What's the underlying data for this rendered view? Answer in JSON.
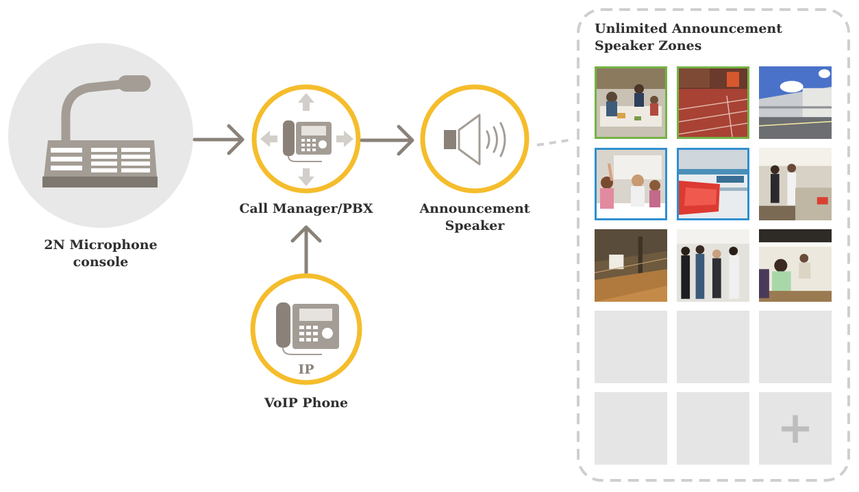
{
  "nodes": {
    "console": {
      "label_line1": "2N Microphone",
      "label_line2": "console"
    },
    "pbx": {
      "label": "Call Manager/PBX"
    },
    "speaker": {
      "label_line1": "Announcement",
      "label_line2": "Speaker"
    },
    "voip": {
      "label": "VoIP Phone",
      "ip_text": "IP"
    }
  },
  "zones": {
    "title_line1": "Unlimited Announcement",
    "title_line2": "Speaker Zones",
    "add_symbol": "+"
  },
  "colors": {
    "accent": "#f5bd2c",
    "arrow": "#8a8279",
    "icon_gray": "#a49d95",
    "circle_fill": "#e8e8e8",
    "zone_border": "#cfcfcf",
    "green_border": "#74b246",
    "blue_border": "#2f8fcf"
  },
  "icons": [
    "microphone-console-icon",
    "desk-phone-icon",
    "speaker-icon",
    "ip-phone-icon",
    "plus-icon"
  ]
}
